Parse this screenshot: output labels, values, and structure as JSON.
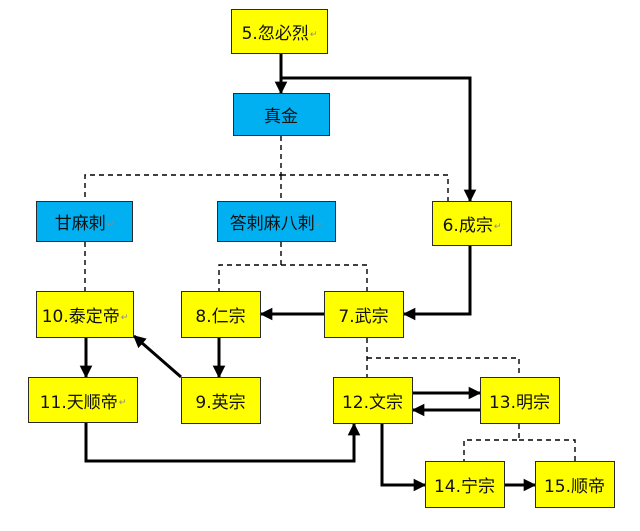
{
  "colors": {
    "ruler": "#ffff00",
    "ancestor": "#00b0f0",
    "line": "#000000"
  },
  "nodes": {
    "kublai": {
      "text": "5.忽必烈",
      "mark": "↵",
      "kind": "ruler"
    },
    "zhenjin": {
      "text": "真金",
      "mark": "",
      "kind": "ancestor"
    },
    "gamala": {
      "text": "甘麻剌",
      "mark": "↵",
      "kind": "ancestor"
    },
    "darmabala": {
      "text": "答剌麻八剌",
      "mark": "↵",
      "kind": "ancestor"
    },
    "chengzong": {
      "text": "6.成宗",
      "mark": "↵",
      "kind": "ruler"
    },
    "taiding": {
      "text": "10.泰定帝",
      "mark": "↵",
      "kind": "ruler"
    },
    "renzong": {
      "text": "8.仁宗",
      "mark": "",
      "kind": "ruler"
    },
    "wuzong": {
      "text": "7.武宗",
      "mark": "",
      "kind": "ruler"
    },
    "tianshun": {
      "text": "11.天顺帝",
      "mark": "↵",
      "kind": "ruler"
    },
    "yingzong": {
      "text": "9.英宗",
      "mark": "",
      "kind": "ruler"
    },
    "wenzong": {
      "text": "12.文宗",
      "mark": "",
      "kind": "ruler"
    },
    "mingzong": {
      "text": "13.明宗",
      "mark": "",
      "kind": "ruler"
    },
    "ningzong": {
      "text": "14.宁宗",
      "mark": "",
      "kind": "ruler"
    },
    "shundi": {
      "text": "15.顺帝",
      "mark": "",
      "kind": "ruler"
    }
  },
  "edges": [
    {
      "from": "kublai",
      "to": "zhenjin",
      "style": "solid"
    },
    {
      "from": "kublai",
      "to": "chengzong",
      "style": "solid"
    },
    {
      "from": "zhenjin",
      "to": "gamala",
      "style": "dashed"
    },
    {
      "from": "zhenjin",
      "to": "darmabala",
      "style": "dashed"
    },
    {
      "from": "zhenjin",
      "to": "chengzong",
      "style": "dashed"
    },
    {
      "from": "gamala",
      "to": "taiding",
      "style": "dashed"
    },
    {
      "from": "darmabala",
      "to": "renzong",
      "style": "dashed"
    },
    {
      "from": "darmabala",
      "to": "wuzong",
      "style": "dashed"
    },
    {
      "from": "chengzong",
      "to": "wuzong",
      "style": "solid"
    },
    {
      "from": "wuzong",
      "to": "renzong",
      "style": "solid"
    },
    {
      "from": "renzong",
      "to": "yingzong",
      "style": "solid"
    },
    {
      "from": "yingzong",
      "to": "taiding",
      "style": "solid"
    },
    {
      "from": "taiding",
      "to": "tianshun",
      "style": "solid"
    },
    {
      "from": "tianshun",
      "to": "wenzong",
      "style": "solid"
    },
    {
      "from": "wuzong",
      "to": "wenzong",
      "style": "dashed"
    },
    {
      "from": "wuzong",
      "to": "mingzong",
      "style": "dashed"
    },
    {
      "from": "wenzong",
      "to": "mingzong",
      "style": "solid"
    },
    {
      "from": "mingzong",
      "to": "wenzong",
      "style": "solid"
    },
    {
      "from": "mingzong",
      "to": "ningzong",
      "style": "dashed"
    },
    {
      "from": "mingzong",
      "to": "shundi",
      "style": "dashed"
    },
    {
      "from": "wenzong",
      "to": "ningzong",
      "style": "solid"
    },
    {
      "from": "ningzong",
      "to": "shundi",
      "style": "solid"
    }
  ]
}
